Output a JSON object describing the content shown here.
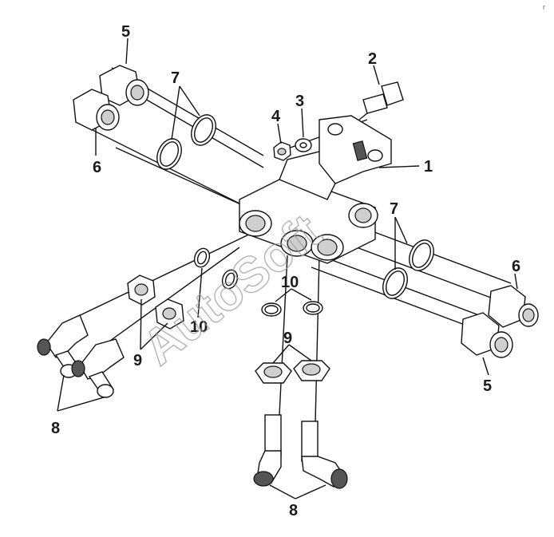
{
  "diagram": {
    "callouts": [
      {
        "id": "1",
        "text": "1"
      },
      {
        "id": "2",
        "text": "2"
      },
      {
        "id": "3",
        "text": "3"
      },
      {
        "id": "4",
        "text": "4"
      },
      {
        "id": "5a",
        "text": "5"
      },
      {
        "id": "5b",
        "text": "5"
      },
      {
        "id": "6a",
        "text": "6"
      },
      {
        "id": "6b",
        "text": "6"
      },
      {
        "id": "7a",
        "text": "7"
      },
      {
        "id": "7b",
        "text": "7"
      },
      {
        "id": "8a",
        "text": "8"
      },
      {
        "id": "8b",
        "text": "8"
      },
      {
        "id": "9a",
        "text": "9"
      },
      {
        "id": "9b",
        "text": "9"
      },
      {
        "id": "10a",
        "text": "10"
      },
      {
        "id": "10b",
        "text": "10"
      }
    ],
    "watermark": "AutoSoft",
    "corner_mark": "r"
  }
}
